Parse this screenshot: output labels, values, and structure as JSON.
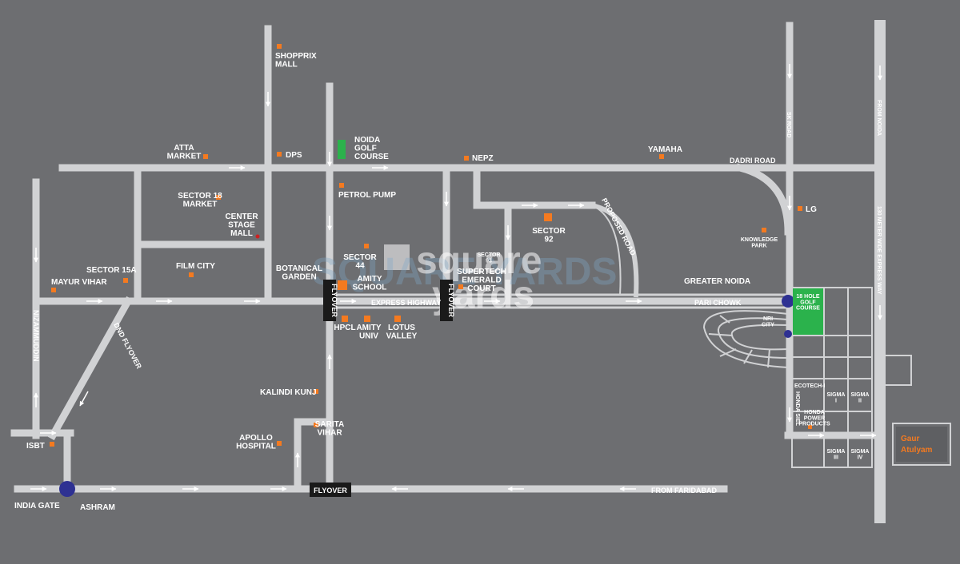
{
  "colors": {
    "background": "#6d6e71",
    "road": "#d1d2d4",
    "marker": "#f47a20",
    "junction": "#2e3192",
    "golf": "#2bb24c",
    "destination": "#f47a20",
    "flyover_box": "#1a1a1a"
  },
  "places": {
    "shopprix_mall": "SHOPPRIX\nMALL",
    "atta_market": "ATTA\nMARKET",
    "dps": "DPS",
    "noida_golf_course": "NOIDA\nGOLF\nCOURSE",
    "nepz": "NEPZ",
    "yamaha": "YAMAHA",
    "sector_18_market": "SECTOR 18\nMARKET",
    "petrol_pump": "PETROL PUMP",
    "center_stage_mall": "CENTER\nSTAGE\nMALL",
    "sector_92": "SECTOR\n92",
    "lg": "LG",
    "knowledge_park": "KNOWLEDGE\nPARK",
    "sector_15a": "SECTOR 15A",
    "film_city": "FILM CITY",
    "botanical_garden": "BOTANICAL\nGARDEN",
    "sector_44": "SECTOR\n44",
    "sector_93": "SECTOR\n93",
    "supertech_emerald_court": "SUPERTECH\nEMERALD\nCOURT",
    "mayur_vihar": "MAYUR VIHAR",
    "amity_school": "AMITY\nSCHOOL",
    "greater_noida": "GREATER NOIDA",
    "hpcl": "HPCL",
    "amity_univ": "AMITY\nUNIV",
    "lotus_valley": "LOTUS\nVALLEY",
    "nri_city": "NRI\nCITY",
    "hole_golf_course": "18 HOLE\nGOLF\nCOURSE",
    "kalindi_kunj": "KALINDI KUNJ",
    "sarita_vihar": "SARITA\nVIHAR",
    "apollo_hospital": "APOLLO\nHOSPITAL",
    "isbt": "ISBT",
    "india_gate": "INDIA GATE",
    "ashram": "ASHRAM",
    "ecotech": "ECOTECH-I",
    "honda_siel": "HONDA SIEL",
    "honda_power_products": "HONDA\nPOWER\nPRODUCTS",
    "sigma_1": "SIGMA\nI",
    "sigma_2": "SIGMA\nII",
    "sigma_3": "SIGMA\nIII",
    "sigma_4": "SIGMA\nIV"
  },
  "roads": {
    "dadri_road": "DADRI ROAD",
    "sk_road": "SK ROAD",
    "from_noida": "FROM NOIDA",
    "expressway_130": "130 METER WIDE EXPRESS WAY",
    "proposed_road": "PROPOSED ROAD",
    "express_highway": "EXPRESS HIGHWAY",
    "pari_chowk": "PARI CHOWK",
    "nizammuddin": "NIZAMMUDDIN",
    "dnd_flyover": "DND FLYOVER",
    "from_faridabad": "FROM FARIDABAD",
    "flyover": "FLYOVER"
  },
  "destination": {
    "line1": "Gaur",
    "line2": "Atulyam"
  },
  "watermark": {
    "line1": "square",
    "line2": "yards",
    "ghost": "SQUARE YARDS"
  }
}
